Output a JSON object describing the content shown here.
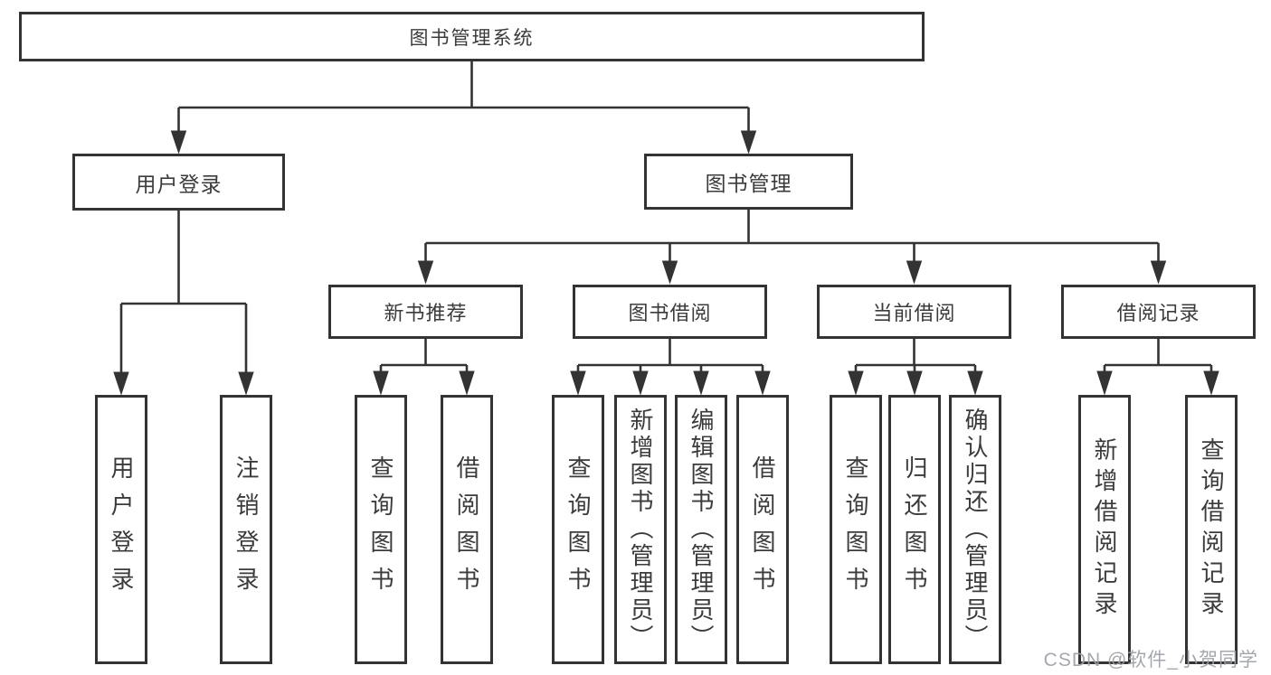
{
  "diagram": {
    "root": {
      "label": "图书管理系统"
    },
    "user_login": {
      "label": "用户登录",
      "leaves": [
        {
          "label": "用户登录"
        },
        {
          "label": "注销登录"
        }
      ]
    },
    "book_mgmt": {
      "label": "图书管理",
      "sections": [
        {
          "label": "新书推荐",
          "leaves": [
            {
              "label": "查询图书"
            },
            {
              "label": "借阅图书"
            }
          ]
        },
        {
          "label": "图书借阅",
          "leaves": [
            {
              "label": "查询图书"
            },
            {
              "label": "新增图书（管理员）"
            },
            {
              "label": "编辑图书（管理员）"
            },
            {
              "label": "借阅图书"
            }
          ]
        },
        {
          "label": "当前借阅",
          "leaves": [
            {
              "label": "查询图书"
            },
            {
              "label": "归还图书"
            },
            {
              "label": "确认归还（管理员）"
            }
          ]
        },
        {
          "label": "借阅记录",
          "leaves": [
            {
              "label": "新增借阅记录"
            },
            {
              "label": "查询借阅记录"
            }
          ]
        }
      ]
    },
    "style": {
      "line_color": "#333333",
      "text_color": "#3b3b3b",
      "background": "#ffffff",
      "watermark_color": "#9ca0a6"
    },
    "watermark": {
      "text": "CSDN @软件_小贺同学"
    }
  }
}
